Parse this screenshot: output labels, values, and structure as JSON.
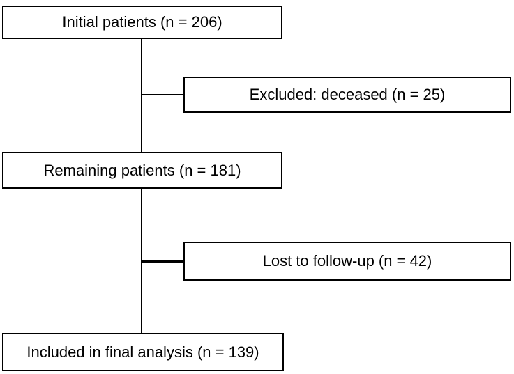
{
  "flowchart": {
    "type": "patient-flow-diagram",
    "nodes": [
      {
        "id": "initial-patients",
        "label": "Initial patients (n = 206)",
        "n": 206,
        "column": "main"
      },
      {
        "id": "excluded-deceased",
        "label": "Excluded: deceased (n = 25)",
        "n": 25,
        "column": "side"
      },
      {
        "id": "remaining-patients",
        "label": "Remaining patients (n = 181)",
        "n": 181,
        "column": "main"
      },
      {
        "id": "lost-to-follow-up",
        "label": "Lost to follow-up (n = 42)",
        "n": 42,
        "column": "side"
      },
      {
        "id": "included-final-analysis",
        "label": "Included in final analysis (n = 139)",
        "n": 139,
        "column": "main"
      }
    ],
    "edges": [
      {
        "from": "initial-patients",
        "to": "remaining-patients",
        "style": "vertical-line"
      },
      {
        "from": "initial-patients",
        "to": "excluded-deceased",
        "style": "horizontal-branch"
      },
      {
        "from": "remaining-patients",
        "to": "included-final-analysis",
        "style": "vertical-line"
      },
      {
        "from": "remaining-patients",
        "to": "lost-to-follow-up",
        "style": "horizontal-branch"
      }
    ],
    "colors": {
      "border": "#000000",
      "text": "#000000",
      "background": "#ffffff"
    }
  }
}
